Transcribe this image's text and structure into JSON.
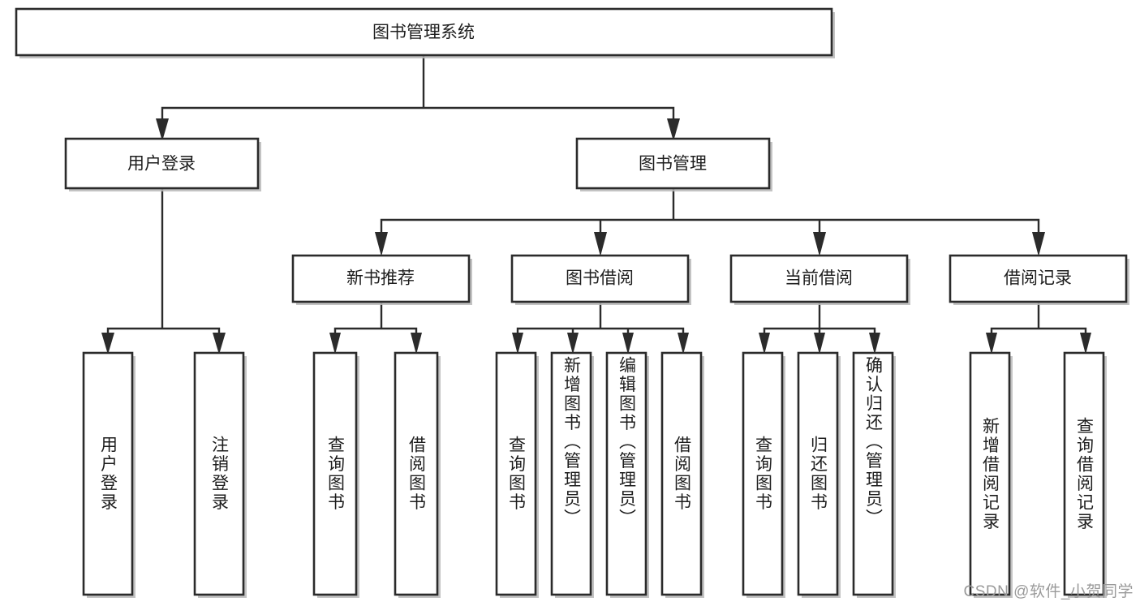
{
  "diagram": {
    "type": "tree",
    "title": "图书管理系统",
    "orientation": "top-down",
    "background_color": "#ffffff",
    "box_stroke_color": "#2b2b2b",
    "box_fill_color": "#ffffff",
    "text_color": "#1d1d1d",
    "levels": 4,
    "root": {
      "id": "root",
      "label": "图书管理系统",
      "text_direction": "horizontal"
    },
    "level2": [
      {
        "id": "user-login",
        "label": "用户登录",
        "text_direction": "horizontal"
      },
      {
        "id": "book-manage",
        "label": "图书管理",
        "text_direction": "horizontal"
      }
    ],
    "level3": [
      {
        "id": "new-book-recommend",
        "label": "新书推荐",
        "parent": "book-manage",
        "text_direction": "horizontal"
      },
      {
        "id": "book-borrow",
        "label": "图书借阅",
        "parent": "book-manage",
        "text_direction": "horizontal"
      },
      {
        "id": "current-borrow",
        "label": "当前借阅",
        "parent": "book-manage",
        "text_direction": "horizontal"
      },
      {
        "id": "borrow-record",
        "label": "借阅记录",
        "parent": "book-manage",
        "text_direction": "horizontal"
      }
    ],
    "leaves": [
      {
        "id": "leaf-user-login",
        "label": "用户登录",
        "parent": "user-login",
        "text_direction": "vertical"
      },
      {
        "id": "leaf-logout-login",
        "label": "注销登录",
        "parent": "user-login",
        "text_direction": "vertical"
      },
      {
        "id": "leaf-query-book-1",
        "label": "查询图书",
        "parent": "new-book-recommend",
        "text_direction": "vertical"
      },
      {
        "id": "leaf-borrow-book-1",
        "label": "借阅图书",
        "parent": "new-book-recommend",
        "text_direction": "vertical"
      },
      {
        "id": "leaf-query-book-2",
        "label": "查询图书",
        "parent": "book-borrow",
        "text_direction": "vertical"
      },
      {
        "id": "leaf-add-book",
        "label": "新增图书（管理员）",
        "parent": "book-borrow",
        "text_direction": "vertical"
      },
      {
        "id": "leaf-edit-book",
        "label": "编辑图书（管理员）",
        "parent": "book-borrow",
        "text_direction": "vertical"
      },
      {
        "id": "leaf-borrow-book-2",
        "label": "借阅图书",
        "parent": "book-borrow",
        "text_direction": "vertical"
      },
      {
        "id": "leaf-query-book-3",
        "label": "查询图书",
        "parent": "current-borrow",
        "text_direction": "vertical"
      },
      {
        "id": "leaf-return-book",
        "label": "归还图书",
        "parent": "current-borrow",
        "text_direction": "vertical"
      },
      {
        "id": "leaf-confirm-return",
        "label": "确认归还（管理员）",
        "parent": "current-borrow",
        "text_direction": "vertical"
      },
      {
        "id": "leaf-add-record",
        "label": "新增借阅记录",
        "parent": "borrow-record",
        "text_direction": "vertical"
      },
      {
        "id": "leaf-query-record",
        "label": "查询借阅记录",
        "parent": "borrow-record",
        "text_direction": "vertical"
      }
    ]
  },
  "watermark": {
    "text": "CSDN @软件_小贺同学",
    "color": "#9a9a9a"
  }
}
